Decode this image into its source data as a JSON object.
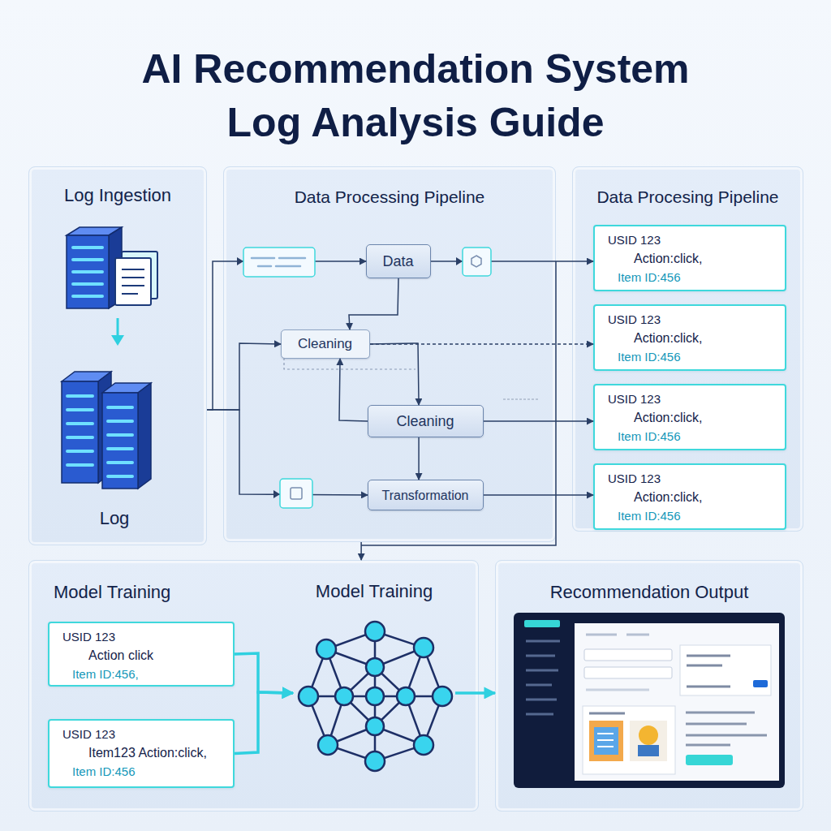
{
  "diagram": {
    "title": "AI Recommendation System Log Analysis Guide",
    "nodes": [
      {
        "text": [
          "Log Ingestion",
          "Log"
        ]
      },
      {
        "text": [
          "Data Processing Pipeline"
        ]
      },
      {
        "text": [
          "Data"
        ],
        "in": 1
      },
      {
        "text": [
          "Cleaning"
        ],
        "in": 1
      },
      {
        "text": [
          "Cleaning"
        ],
        "in": 1
      },
      {
        "text": [
          "Transformation"
        ],
        "in": 1
      },
      {
        "text": [
          "Data Procesing Pipeline"
        ]
      },
      {
        "text": [
          "USID 123",
          "Action:click,",
          "Item ID:456"
        ],
        "in": 6
      },
      {
        "text": [
          "USID 123",
          "Action:click,",
          "Item ID:456"
        ],
        "in": 6
      },
      {
        "text": [
          "USID 123",
          "Action:click,",
          "Item ID:456"
        ],
        "in": 6
      },
      {
        "text": [
          "USID 123",
          "Action:click,",
          "Item ID:456"
        ],
        "in": 6
      },
      {
        "text": [
          "Model Training"
        ]
      },
      {
        "text": [
          "USID 123",
          "Action click",
          "Item ID:456,"
        ],
        "in": 11
      },
      {
        "text": [
          "USID 123",
          "Item123 Action:click,",
          "Item ID:456"
        ],
        "in": 11
      },
      {
        "text": [
          "Model Training"
        ],
        "in": 11
      },
      {
        "text": [
          "Recommendation Output"
        ]
      }
    ],
    "edges": [
      {
        "from": 0,
        "to": 2,
        "arrow": "to"
      },
      {
        "from": 0,
        "to": 3,
        "arrow": "to"
      },
      {
        "from": 0,
        "to": 5,
        "arrow": "to"
      },
      {
        "from": 2,
        "to": 3,
        "arrow": "to"
      },
      {
        "from": 3,
        "to": 4,
        "arrow": "to"
      },
      {
        "from": 4,
        "to": 3,
        "arrow": "to"
      },
      {
        "from": 4,
        "to": 5,
        "arrow": "to"
      },
      {
        "from": 2,
        "to": 7,
        "arrow": "to"
      },
      {
        "from": 3,
        "to": 8,
        "arrow": "to"
      },
      {
        "from": 4,
        "to": 9,
        "arrow": "to"
      },
      {
        "from": 5,
        "to": 10,
        "arrow": "to"
      },
      {
        "from": 1,
        "to": 11,
        "arrow": "to"
      },
      {
        "from": 12,
        "to": 14,
        "arrow": "to"
      },
      {
        "from": 13,
        "to": 14,
        "arrow": "to"
      },
      {
        "from": 14,
        "to": 15,
        "arrow": "to"
      }
    ]
  }
}
